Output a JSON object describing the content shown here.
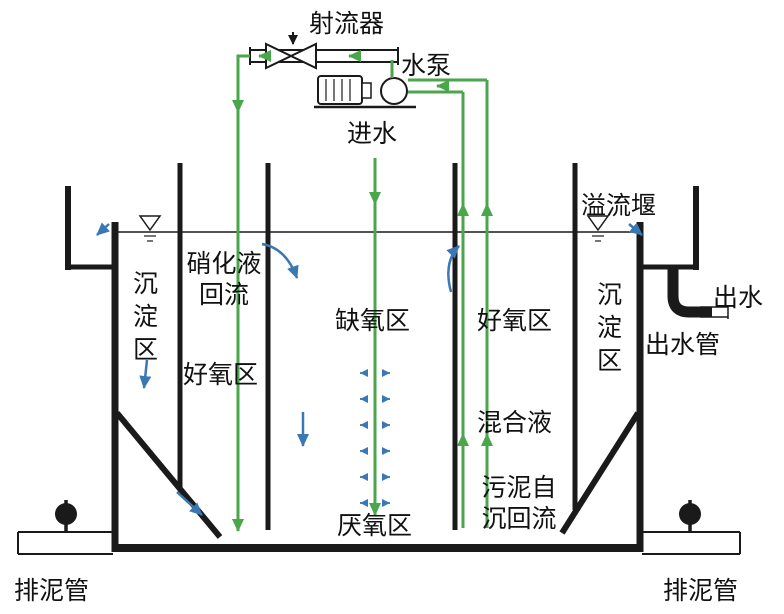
{
  "labels": {
    "jet": "射流器",
    "pump": "水泵",
    "inlet": "进水",
    "overflow_weir": "溢流堰",
    "outlet": "出水",
    "outlet_pipe": "出水管",
    "settling_left": "沉淀区",
    "nitrification_return": "硝化液回流",
    "aerobic_left": "好氧区",
    "anoxic": "缺氧区",
    "aerobic_right": "好氧区",
    "settling_right": "沉淀区",
    "mixed_liquor": "混合液",
    "sludge_self_return": "污泥自沉回流",
    "anaerobic": "厌氧区",
    "sludge_pipe_left": "排泥管",
    "sludge_pipe_right": "排泥管"
  },
  "colors": {
    "line": "#1a1a1a",
    "flow_green": "#4aa64a",
    "arrow_blue": "#3a78b5"
  }
}
